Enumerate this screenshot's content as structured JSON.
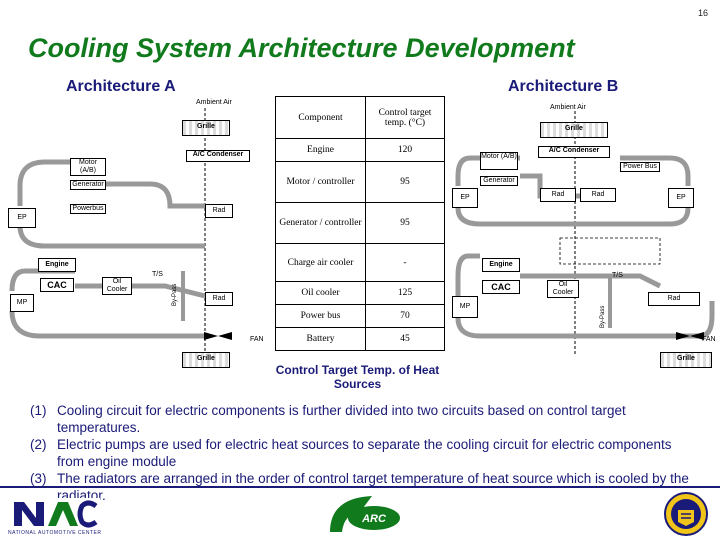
{
  "page_number": "16",
  "title": "Cooling System Architecture Development",
  "arch_a_label": "Architecture A",
  "arch_b_label": "Architecture B",
  "diagram_a": {
    "ambient_air": "Ambient Air",
    "grille_top": "Grille",
    "ac_condenser": "A/C Condenser",
    "motor": "Motor (A/B)",
    "generator": "Generator",
    "powerbus": "Powerbus",
    "ep": "EP",
    "rad_upper": "Rad",
    "engine": "Engine",
    "cac": "CAC",
    "oil_cooler": "Oil Cooler",
    "ts": "T/S",
    "bypass": "By-Pass",
    "mp": "MP",
    "rad_lower": "Rad",
    "fan": "FAN",
    "grille_bottom": "Grille"
  },
  "diagram_b": {
    "ambient_air": "Ambient Air",
    "grille_top": "Grille",
    "ac_condenser": "A/C Condenser",
    "motor": "Motor (A/B)",
    "generator": "Generator",
    "powerbus": "Power Bus",
    "ep_left": "EP",
    "rad_left": "Rad",
    "rad_right": "Rad",
    "ep_right": "EP",
    "engine": "Engine",
    "cac": "CAC",
    "oil_cooler": "Oil Cooler",
    "ts": "T/S",
    "mp": "MP",
    "bypass": "By-Pass",
    "rad_lower": "Rad",
    "fan": "FAN",
    "grille_bottom": "Grille"
  },
  "table": {
    "headers": [
      "Component",
      "Control target temp. (°C)"
    ],
    "rows": [
      [
        "Engine",
        "120"
      ],
      [
        "Motor / controller",
        "95"
      ],
      [
        "Generator / controller",
        "95"
      ],
      [
        "Charge air cooler",
        "-"
      ],
      [
        "Oil cooler",
        "125"
      ],
      [
        "Power bus",
        "70"
      ],
      [
        "Battery",
        "45"
      ]
    ]
  },
  "caption": "Control Target Temp. of Heat Sources",
  "notes": [
    {
      "num": "(1)",
      "text": "Cooling circuit for electric components is further divided into two circuits based on control target temperatures."
    },
    {
      "num": "(2)",
      "text": "Electric pumps are used for electric heat sources to separate the cooling circuit for electric components from engine module"
    },
    {
      "num": "(3)",
      "text": "The radiators are arranged in the order of control target temperature of heat source which is cooled by the radiator."
    }
  ],
  "footer": {
    "nrec_text": "NATIONAL AUTOMOTIVE CENTER",
    "arc_text": "ARC"
  },
  "colors": {
    "title": "#107a1c",
    "text_blue": "#1a1a78"
  }
}
